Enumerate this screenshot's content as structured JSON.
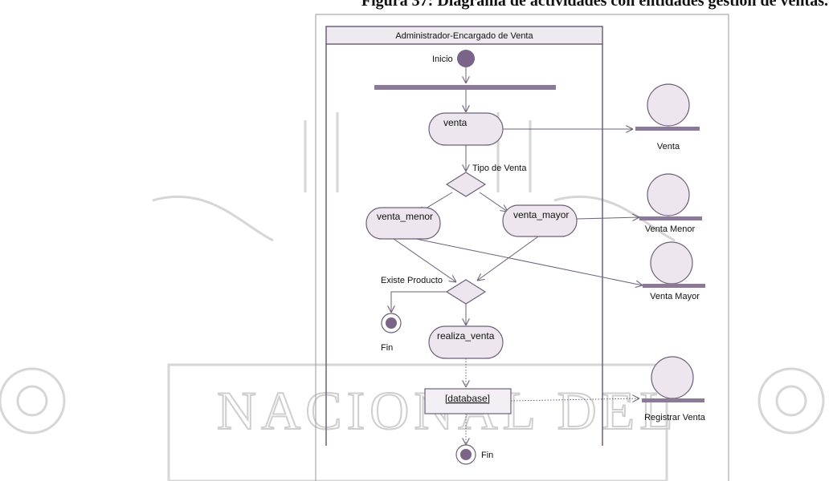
{
  "caption": "Figura 37: Diagrama de actividades con entidades gestión de ventas.",
  "watermark_text": "NACIONAL DEL",
  "swimlane": {
    "title": "Administrador-Encargado de Venta"
  },
  "nodes": {
    "start_label": "Inicio",
    "activities": [
      "venta",
      "venta_menor",
      "venta_mayor",
      "realiza_venta"
    ],
    "decision_labels": [
      "Tipo de Venta",
      "Existe Producto"
    ],
    "database_label": "[database]",
    "end_labels": [
      "Fin",
      "Fin"
    ]
  },
  "entities": [
    "Venta",
    "Venta Menor",
    "Venta Mayor",
    "Registrar Venta"
  ],
  "colors": {
    "node_fill": "#ede6ee",
    "node_stroke": "#6d6078",
    "lane_header": "#efe9f0",
    "dot": "#7a6488",
    "bar": "#8a7a95"
  }
}
